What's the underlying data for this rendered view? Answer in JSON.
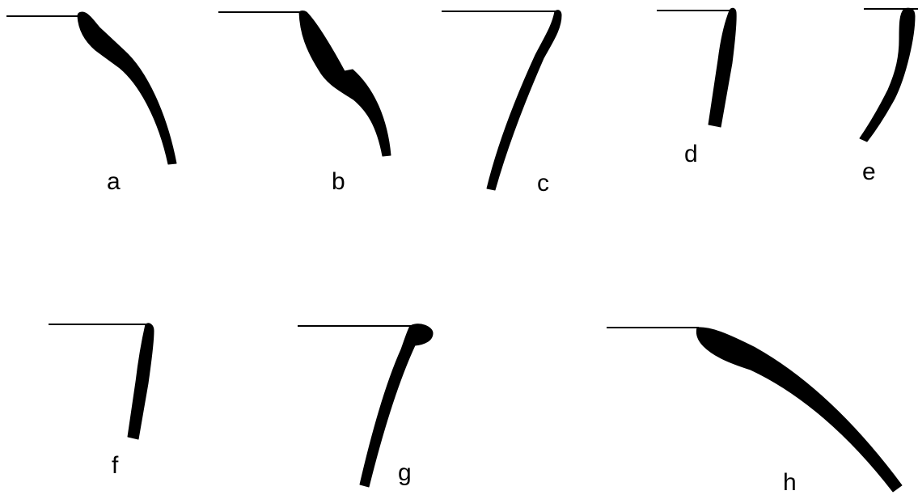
{
  "panels": [
    {
      "label": "a"
    },
    {
      "label": "b"
    },
    {
      "label": "c"
    },
    {
      "label": "d"
    },
    {
      "label": "e"
    },
    {
      "label": "f"
    },
    {
      "label": "g"
    },
    {
      "label": "h"
    }
  ],
  "colors": {
    "ink": "#000000",
    "background": "#ffffff"
  }
}
